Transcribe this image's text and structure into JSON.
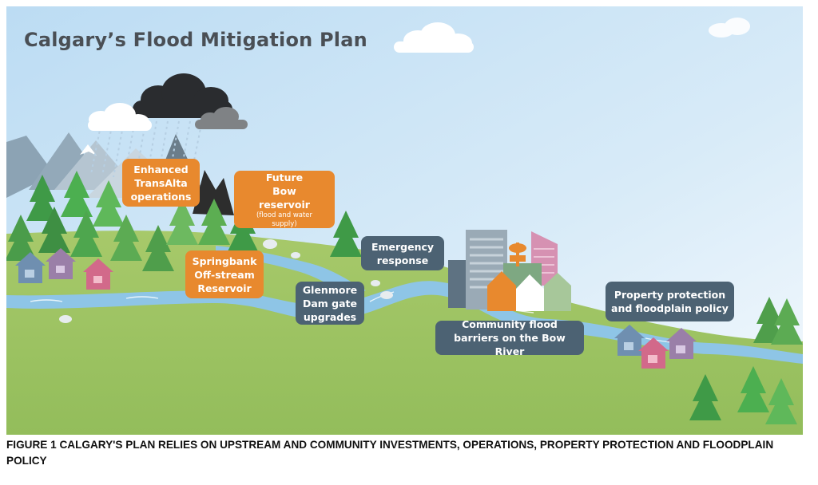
{
  "figure": {
    "title": "Calgary’s Flood Mitigation Plan",
    "caption": "FIGURE 1 CALGARY'S PLAN RELIES ON UPSTREAM AND COMMUNITY INVESTMENTS, OPERATIONS, PROPERTY PROTECTION AND FLOODPLAIN POLICY"
  },
  "labels": {
    "transalta": "Enhanced TransAlta operations",
    "bow_reservoir": "Future Bow reservoir",
    "bow_reservoir_note": "(flood and water supply)",
    "springbank": "Springbank Off-stream Reservoir",
    "glenmore": "Glenmore Dam gate upgrades",
    "emergency": "Emergency response",
    "barriers": "Community flood barriers on the Bow River",
    "property": "Property protection and floodplain policy"
  },
  "colors": {
    "upstream_label": "#e8892e",
    "community_label": "#4c6273",
    "river": "#8ec5e6",
    "grass": "#9bbf5e",
    "sky": "#cfe6f7"
  },
  "icons": [
    "storm-cloud-icon",
    "mountain-icon",
    "tree-icon",
    "house-icon",
    "city-skyline-icon",
    "river-icon"
  ]
}
